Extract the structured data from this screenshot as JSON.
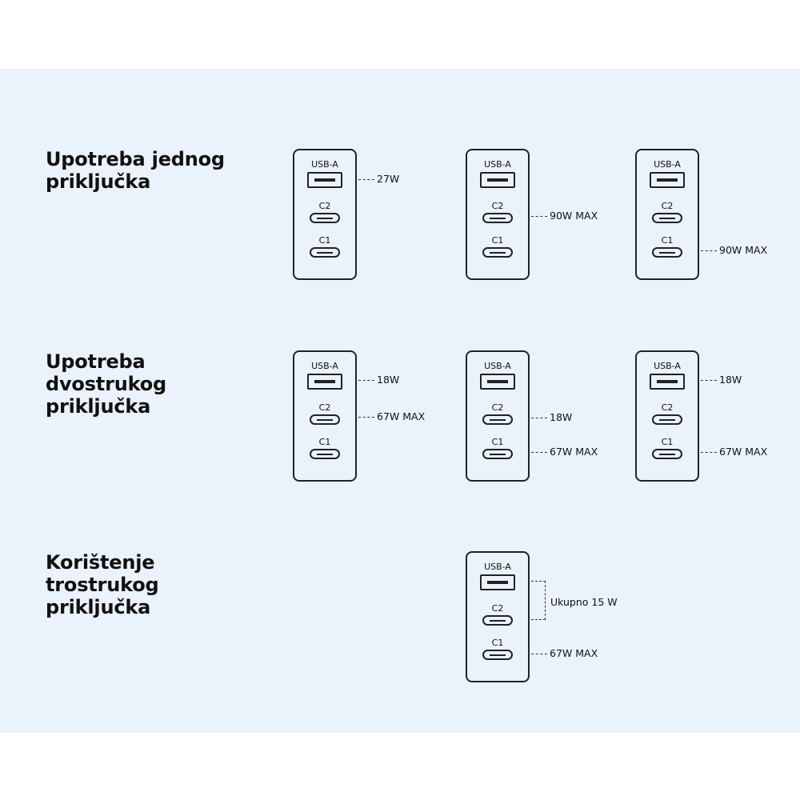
{
  "rows": {
    "single": {
      "title": "Upotreba jednog\npriključka"
    },
    "double": {
      "title": "Upotreba\ndvostrukog\npriključka"
    },
    "triple": {
      "title": "Korištenje\ntrostrukog\npriključka"
    }
  },
  "ports": {
    "usb_a": "USB-A",
    "c2": "C2",
    "c1": "C1"
  },
  "chargers": {
    "single_usba": {
      "outputs": [
        "27W"
      ]
    },
    "single_c2": {
      "outputs": [
        "90W MAX"
      ]
    },
    "single_c1": {
      "outputs": [
        "90W MAX"
      ]
    },
    "double_a_c2": {
      "outputs": [
        "18W",
        "67W MAX"
      ]
    },
    "double_c2_c1": {
      "outputs": [
        "18W",
        "67W MAX"
      ]
    },
    "double_a_c1": {
      "outputs": [
        "18W",
        "67W MAX"
      ]
    },
    "triple_all": {
      "outputs": [
        "Ukupno 15 W",
        "67W MAX"
      ]
    }
  }
}
